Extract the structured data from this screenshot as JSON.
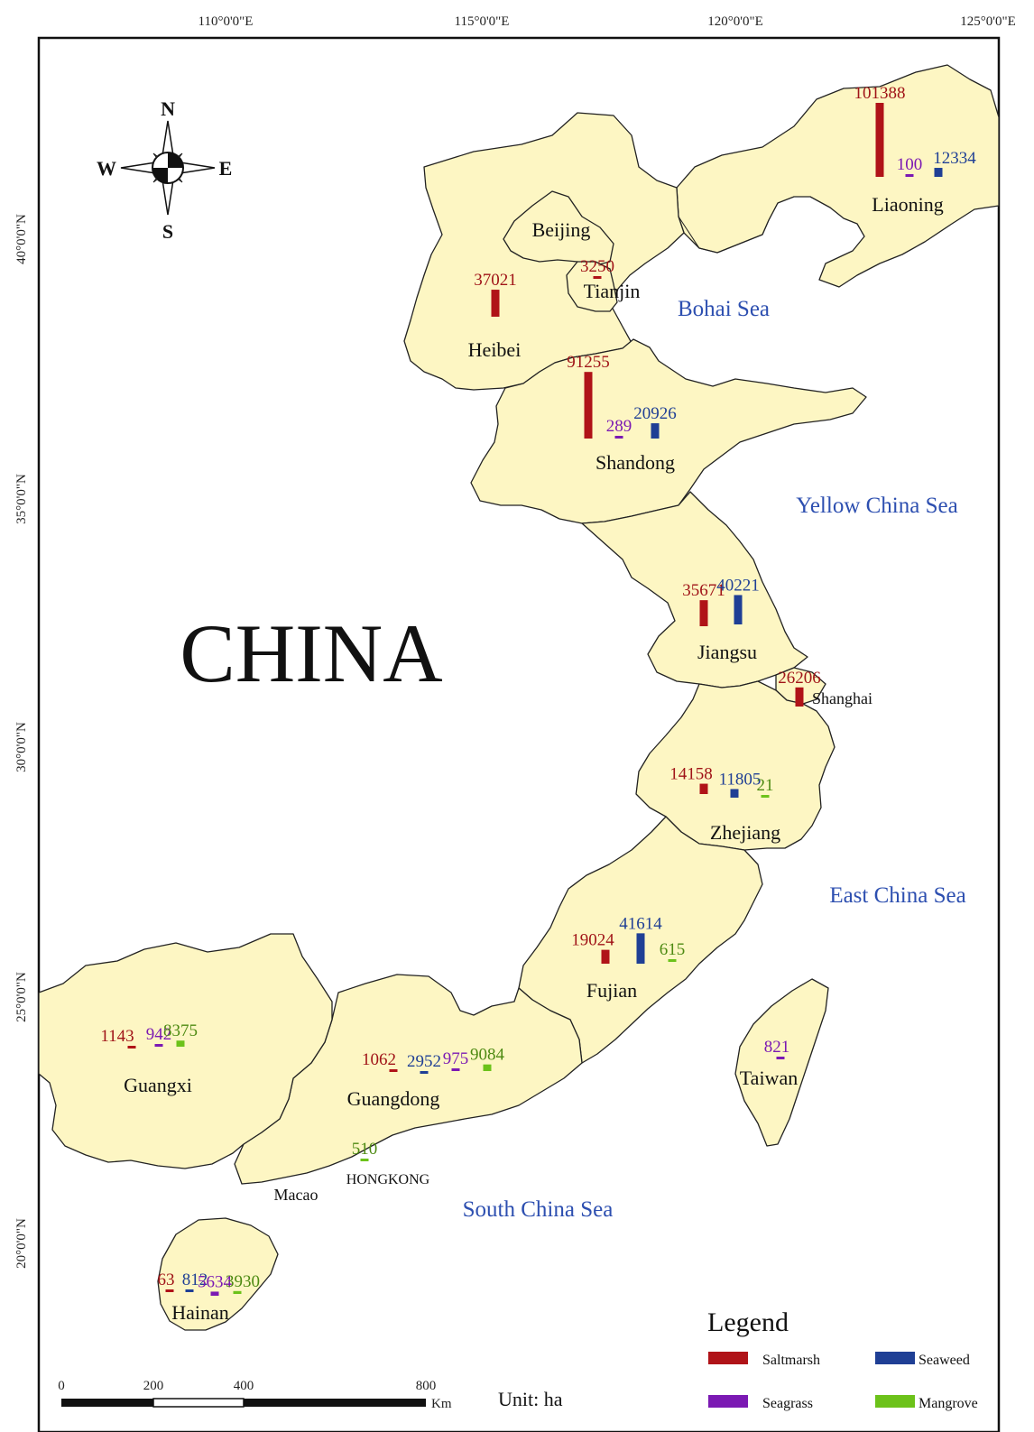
{
  "map": {
    "country_label": "CHINA",
    "longitude_ticks": [
      "110°0'0\"E",
      "115°0'0\"E",
      "120°0'0\"E",
      "125°0'0\"E"
    ],
    "latitude_ticks": [
      "40°0'0\"N",
      "35°0'0\"N",
      "30°0'0\"N",
      "25°0'0\"N",
      "20°0'0\"N"
    ],
    "seas": [
      "Bohai Sea",
      "Yellow China Sea",
      "East China Sea",
      "South China Sea"
    ],
    "compass": {
      "n": "N",
      "s": "S",
      "e": "E",
      "w": "W"
    },
    "scale_bar": {
      "ticks": [
        "0",
        "200",
        "400",
        "800"
      ],
      "unit": "Km"
    },
    "unit_label": "Unit: ha",
    "extra_places": {
      "macao": "Macao",
      "hongkong": "HONGKONG"
    }
  },
  "legend": {
    "title": "Legend",
    "items": [
      {
        "name": "Saltmarsh",
        "color": "#b01318"
      },
      {
        "name": "Seaweed",
        "color": "#1f3f95"
      },
      {
        "name": "Seagrass",
        "color": "#7b19b3"
      },
      {
        "name": "Mangrove",
        "color": "#6cc21a"
      }
    ]
  },
  "chart_data": {
    "type": "bar",
    "unit": "ha",
    "series_colors": {
      "Saltmarsh": "#b01318",
      "Seaweed": "#1f3f95",
      "Seagrass": "#7b19b3",
      "Mangrove": "#6cc21a"
    },
    "provinces": [
      {
        "name": "Liaoning",
        "Saltmarsh": 101388,
        "Seagrass": 100,
        "Seaweed": 12334
      },
      {
        "name": "Beijing"
      },
      {
        "name": "Tianjin",
        "Saltmarsh": 3250
      },
      {
        "name": "Heibei",
        "Saltmarsh": 37021
      },
      {
        "name": "Shandong",
        "Saltmarsh": 91255,
        "Seagrass": 289,
        "Seaweed": 20926
      },
      {
        "name": "Jiangsu",
        "Saltmarsh": 35671,
        "Seaweed": 40221
      },
      {
        "name": "Shanghai",
        "Saltmarsh": 26206
      },
      {
        "name": "Zhejiang",
        "Saltmarsh": 14158,
        "Seaweed": 11805,
        "Mangrove": 21
      },
      {
        "name": "Fujian",
        "Saltmarsh": 19024,
        "Seaweed": 41614,
        "Mangrove": 615
      },
      {
        "name": "Taiwan",
        "Seagrass": 821
      },
      {
        "name": "Guangdong",
        "Saltmarsh": 1062,
        "Seaweed": 2952,
        "Seagrass": 975,
        "Mangrove": 9084
      },
      {
        "name": "Guangxi",
        "Saltmarsh": 1143,
        "Seagrass": 942,
        "Mangrove": 8375
      },
      {
        "name": "Hong Kong",
        "Mangrove": 510
      },
      {
        "name": "Hainan",
        "Saltmarsh": 63,
        "Seaweed": 812,
        "Seagrass": 5634,
        "Mangrove": 3930
      }
    ]
  }
}
